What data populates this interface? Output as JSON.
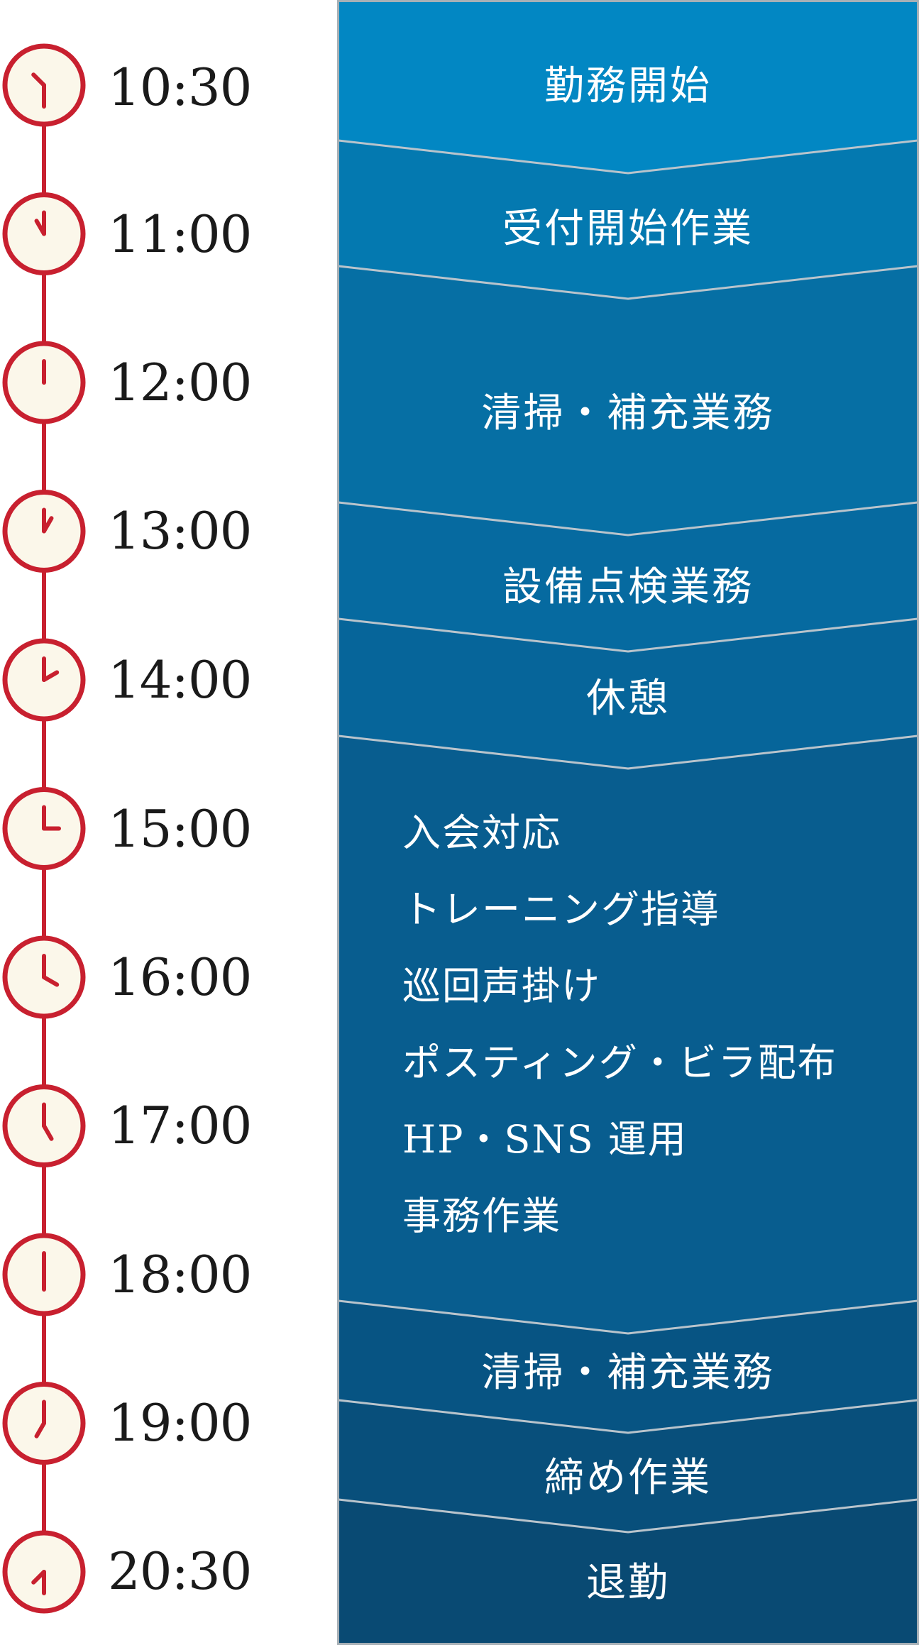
{
  "timeline": {
    "line_color": "#c8202f",
    "clock_face_color": "#fbf7ea",
    "entries": [
      {
        "time": "10:30",
        "hour_hand_deg": 315,
        "minute_hand_deg": 180
      },
      {
        "time": "11:00",
        "hour_hand_deg": 330,
        "minute_hand_deg": 0
      },
      {
        "time": "12:00",
        "hour_hand_deg": 0,
        "minute_hand_deg": 0
      },
      {
        "time": "13:00",
        "hour_hand_deg": 30,
        "minute_hand_deg": 0
      },
      {
        "time": "14:00",
        "hour_hand_deg": 60,
        "minute_hand_deg": 0
      },
      {
        "time": "15:00",
        "hour_hand_deg": 90,
        "minute_hand_deg": 0
      },
      {
        "time": "16:00",
        "hour_hand_deg": 120,
        "minute_hand_deg": 0
      },
      {
        "time": "17:00",
        "hour_hand_deg": 150,
        "minute_hand_deg": 0
      },
      {
        "time": "18:00",
        "hour_hand_deg": 180,
        "minute_hand_deg": 0
      },
      {
        "time": "19:00",
        "hour_hand_deg": 210,
        "minute_hand_deg": 0
      },
      {
        "time": "20:30",
        "hour_hand_deg": 225,
        "minute_hand_deg": 180
      }
    ]
  },
  "schedule": {
    "colors": [
      "#0287c3",
      "#0479b0",
      "#066fa4",
      "#066aa0",
      "#06659a",
      "#085d8f",
      "#075483",
      "#084f7b",
      "#094a73"
    ],
    "steps": [
      {
        "label": "勤務開始"
      },
      {
        "label": "受付開始作業"
      },
      {
        "label": "清掃・補充業務"
      },
      {
        "label": "設備点検業務"
      },
      {
        "label": "休憩"
      },
      {
        "label": "",
        "tasks": [
          "入会対応",
          "トレーニング指導",
          "巡回声掛け",
          "ポスティング・ビラ配布",
          "HP・SNS 運用",
          "事務作業"
        ]
      },
      {
        "label": "清掃・補充業務"
      },
      {
        "label": "締め作業"
      },
      {
        "label": "退勤"
      }
    ]
  }
}
